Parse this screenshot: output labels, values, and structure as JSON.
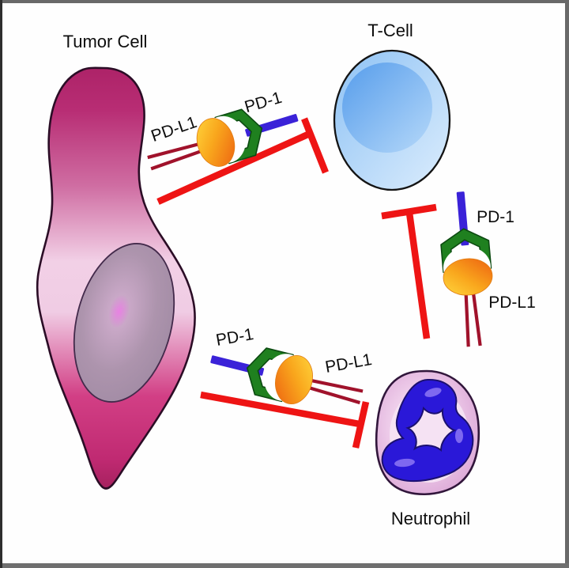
{
  "diagram_type": "immunology-signaling-diagram",
  "cells": {
    "tumor": {
      "label": "Tumor Cell"
    },
    "t_cell": {
      "label": "T-Cell"
    },
    "neutrophil": {
      "label": "Neutrophil"
    }
  },
  "complexes": {
    "tumor_to_tcell": {
      "pdl1": "PD-L1",
      "pd1": "PD-1"
    },
    "neutrophil_to_tcell": {
      "pd1": "PD-1",
      "pdl1": "PD-L1"
    },
    "tumor_to_neutrophil": {
      "pd1": "PD-1",
      "pdl1": "PD-L1"
    }
  },
  "interactions": [
    {
      "from": "Tumor Cell",
      "to": "T-Cell",
      "type": "inhibition",
      "via": "PD-L1 / PD-1"
    },
    {
      "from": "Neutrophil",
      "to": "T-Cell",
      "type": "inhibition",
      "via": "PD-L1 / PD-1"
    },
    {
      "from": "Tumor Cell",
      "to": "Neutrophil",
      "type": "inhibition",
      "via": "PD-L1 / PD-1"
    }
  ],
  "colors": {
    "background": "#fefefe",
    "frame_gray": "#696969",
    "frame_dark_left": "#2e2e2e",
    "inhibition_red": "#ee1414",
    "pd1_blue": "#3a22d8",
    "pdl1_stalk_red": "#a0122b",
    "receptor_green": "#1f801f",
    "receptor_green_outline": "#0c4a11",
    "ligand_yellow": "#ffd83e",
    "ligand_orange": "#ed5f10",
    "tumor_magenta": "#b82d74",
    "tumor_light_pink": "#f2d0e6",
    "tumor_nucleus_mauve": "#a18da4",
    "tcell_blue": "#4f98ea",
    "tcell_light_blue": "#dcedfd",
    "neutrophil_pink": "#d59ccf",
    "neutrophil_pale": "#f5e2f3",
    "neutrophil_nucleus_blue": "#2a18d8",
    "outline_black": "#141414"
  }
}
